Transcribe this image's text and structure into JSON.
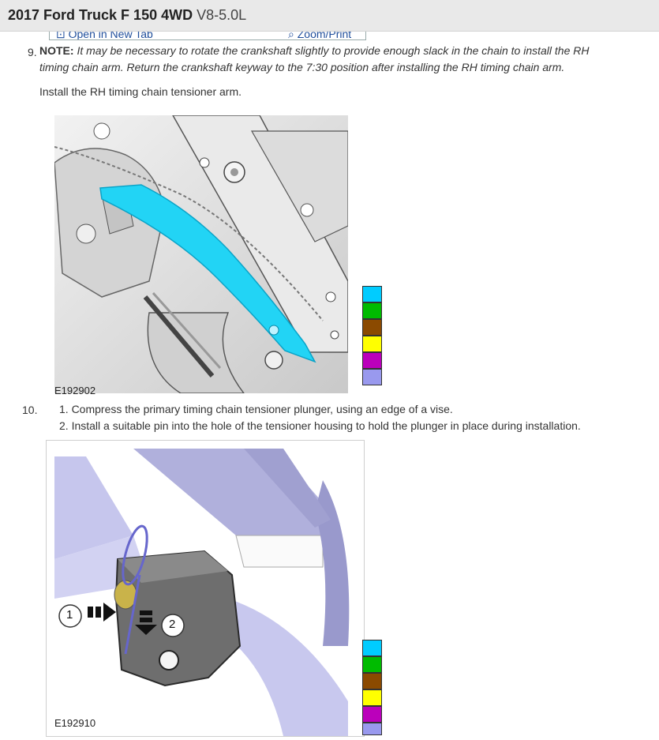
{
  "header": {
    "title_main": "2017 Ford Truck F 150 4WD",
    "title_sub": "V8-5.0L"
  },
  "toolbar": {
    "open_tab": "⊡ Open in New Tab",
    "zoom_print": "⌕ Zoom/Print"
  },
  "steps": {
    "step9": {
      "number": "9.",
      "note_label": "NOTE:",
      "note_line1": "It may be necessary to rotate the crankshaft slightly to provide enough slack in the chain to install the RH",
      "note_line2": "timing chain arm. Return the crankshaft keyway to the 7:30 position after installing the RH timing chain arm.",
      "instruction": "Install the RH timing chain tensioner arm.",
      "figure_id": "E192902"
    },
    "step10": {
      "number": "10.",
      "item1": "1. Compress the primary timing chain tensioner plunger, using an edge of a vise.",
      "item2": "2. Install a suitable pin into the hole of the tensioner housing to hold the plunger in place during installation.",
      "figure_id": "E192910",
      "callout1": "1",
      "callout2": "2"
    }
  },
  "palette_colors": [
    "#00ccff",
    "#00bb00",
    "#8b4a00",
    "#ffff00",
    "#bb00bb",
    "#9999ee"
  ]
}
